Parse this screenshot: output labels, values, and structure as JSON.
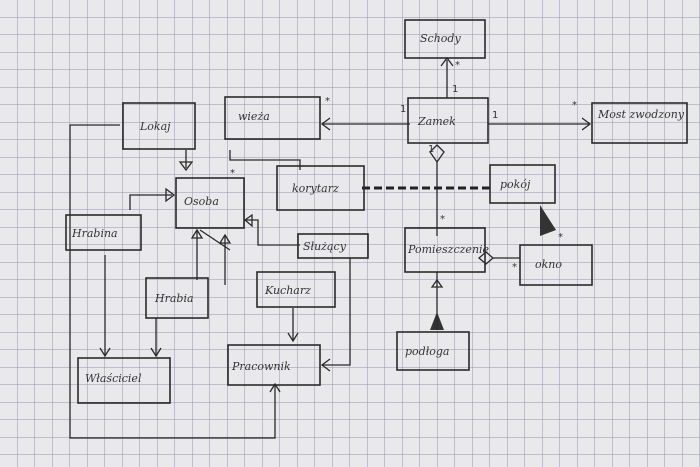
{
  "diagram": {
    "classes": {
      "schody": "Schody",
      "zamek": "Zamek",
      "most": "Most zwodzony",
      "wieza": "wieża",
      "lokaj": "Lokaj",
      "osoba": "Osoba",
      "hrabina": "Hrabina",
      "hrabia": "Hrabia",
      "wlasciciel": "Właściciel",
      "korytarz": "korytarz",
      "sluzacy": "Służący",
      "kucharz": "Kucharz",
      "pracownik": "Pracownik",
      "pokoj": "pokój",
      "pomieszczenie": "Pomieszczenie",
      "okno": "okno",
      "podloga": "podłoga"
    },
    "multiplicities": {
      "one": "1",
      "many": "*"
    },
    "colors": {
      "paper": "#e9e9ec",
      "grid": "#8f96b0",
      "ink": "#2a2a2a"
    }
  }
}
